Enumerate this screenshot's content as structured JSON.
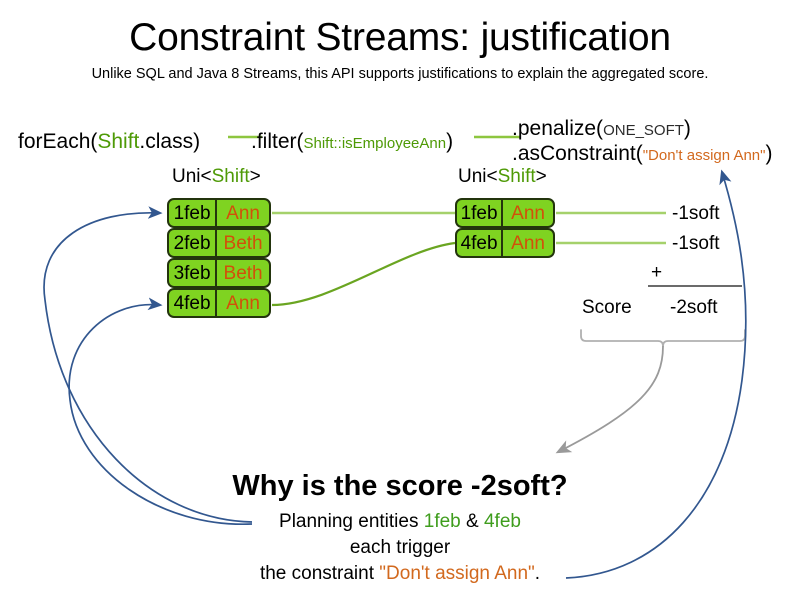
{
  "slide": {
    "title": "Constraint Streams: justification",
    "subtitle": "Unlike SQL and Java 8 Streams, this API supports justifications to explain the aggregated score."
  },
  "pipeline": {
    "for_each": {
      "prefix": "forEach(",
      "type": "Shift",
      "suffix": ".class)"
    },
    "filter": {
      "prefix": ".filter(",
      "arg": "Shift::isEmployeeAnn",
      "suffix": ")"
    },
    "penalize": {
      "prefix": ".penalize(",
      "arg": "ONE_SOFT",
      "suffix": ")"
    },
    "as_constraint": {
      "prefix": ".asConstraint(",
      "arg": "\"Don't assign Ann\"",
      "suffix": ")"
    }
  },
  "streams": {
    "left": {
      "caption_prefix": "Uni<",
      "caption_type": "Shift",
      "caption_suffix": ">",
      "tuples": [
        {
          "date": "1feb",
          "employee": "Ann"
        },
        {
          "date": "2feb",
          "employee": "Beth"
        },
        {
          "date": "3feb",
          "employee": "Beth"
        },
        {
          "date": "4feb",
          "employee": "Ann"
        }
      ]
    },
    "right": {
      "caption_prefix": "Uni<",
      "caption_type": "Shift",
      "caption_suffix": ">",
      "tuples": [
        {
          "date": "1feb",
          "employee": "Ann",
          "score": "-1soft"
        },
        {
          "date": "4feb",
          "employee": "Ann",
          "score": "-1soft"
        }
      ]
    }
  },
  "score_summary": {
    "operator": "+",
    "label": "Score",
    "total": "-2soft"
  },
  "explanation": {
    "heading": "Why is the score -2soft?",
    "line1_prefix": "Planning entities ",
    "line1_entity_a": "1feb",
    "line1_amp": " & ",
    "line1_entity_b": "4feb",
    "line2": "each trigger",
    "line3_prefix": "the constraint ",
    "line3_constraint": "\"Don't assign Ann\"",
    "line3_suffix": "."
  },
  "colors": {
    "tuple_fill": "#7fd321",
    "tuple_border": "#23340d",
    "employee_text": "#d2500a",
    "type_green": "#4e9a06",
    "constraint_orange": "#d2691e",
    "justification_arrow": "#32578f",
    "score_arrow": "#9a9a9a",
    "connector_green": "#8dc63f"
  }
}
